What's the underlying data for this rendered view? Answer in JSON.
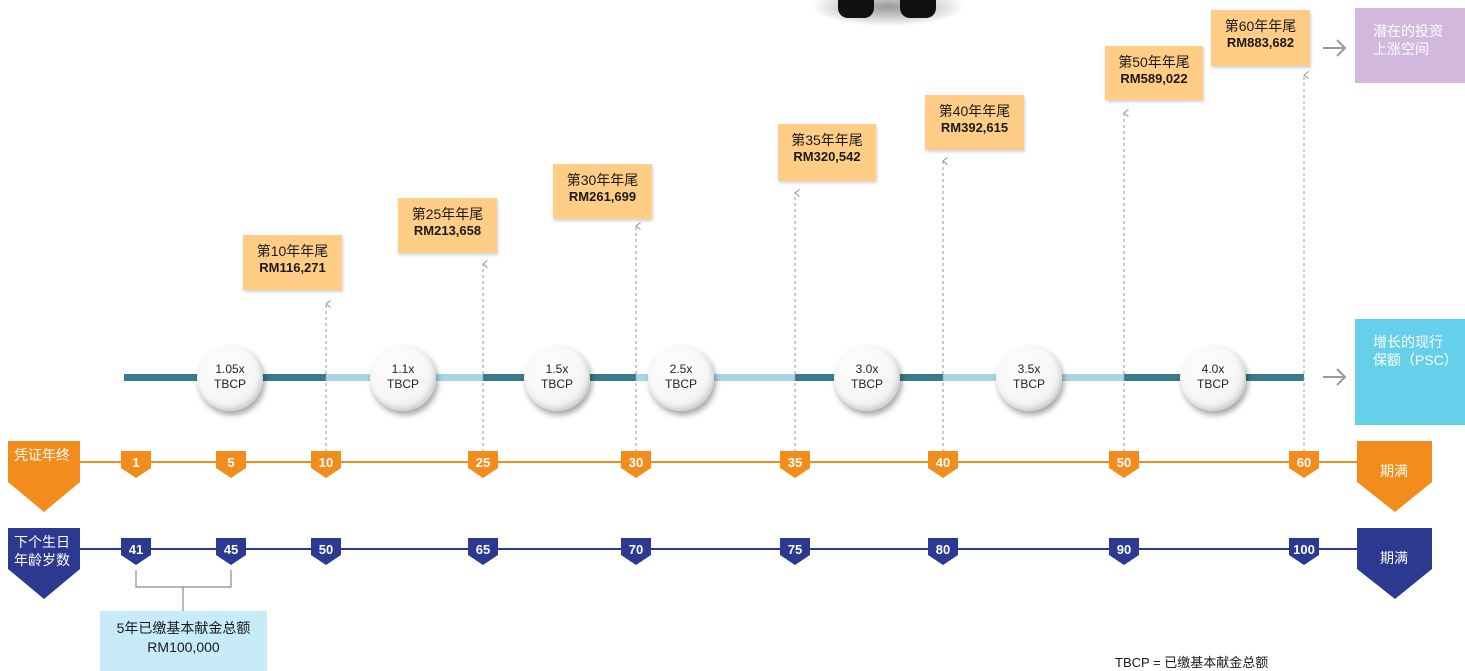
{
  "milestones": [
    {
      "title": "第10年年尾",
      "value": "RM116,271"
    },
    {
      "title": "第25年年尾",
      "value": "RM213,658"
    },
    {
      "title": "第30年年尾",
      "value": "RM261,699"
    },
    {
      "title": "第35年年尾",
      "value": "RM320,542"
    },
    {
      "title": "第40年年尾",
      "value": "RM392,615"
    },
    {
      "title": "第50年年尾",
      "value": "RM589,022"
    },
    {
      "title": "第60年年尾",
      "value": "RM883,682"
    }
  ],
  "upside_box": {
    "line1": "潜在的投资",
    "line2": "上涨空间",
    "color": "#d3b8de"
  },
  "psc_box": {
    "line1": "增长的现行",
    "line2": "保额（PSC）",
    "color": "#66cfe9"
  },
  "multipliers": [
    {
      "factor": "1.05x",
      "unit": "TBCP"
    },
    {
      "factor": "1.1x",
      "unit": "TBCP"
    },
    {
      "factor": "1.5x",
      "unit": "TBCP"
    },
    {
      "factor": "2.5x",
      "unit": "TBCP"
    },
    {
      "factor": "3.0x",
      "unit": "TBCP"
    },
    {
      "factor": "3.5x",
      "unit": "TBCP"
    },
    {
      "factor": "4.0x",
      "unit": "TBCP"
    }
  ],
  "policy_year_row": {
    "label": "凭证年终",
    "ticks": [
      "1",
      "5",
      "10",
      "25",
      "30",
      "35",
      "40",
      "50",
      "60"
    ],
    "end_label": "期满",
    "color": "#f28c1c"
  },
  "age_row": {
    "label_line1": "下个生日",
    "label_line2": "年龄岁数",
    "ticks": [
      "41",
      "45",
      "50",
      "65",
      "70",
      "75",
      "80",
      "90",
      "100"
    ],
    "end_label": "期满",
    "color": "#2b3990"
  },
  "premium_sum_box": {
    "line1": "5年已缴基本献金总额",
    "line2": "RM100,000"
  },
  "legend": "TBCP = 已缴基本献金总额",
  "colors": {
    "milestone_box": "#ffcd86",
    "timeline_dark": "#3a7a8c",
    "timeline_light": "#a9d4e4",
    "dashed_arrow": "#9a9a9a"
  }
}
